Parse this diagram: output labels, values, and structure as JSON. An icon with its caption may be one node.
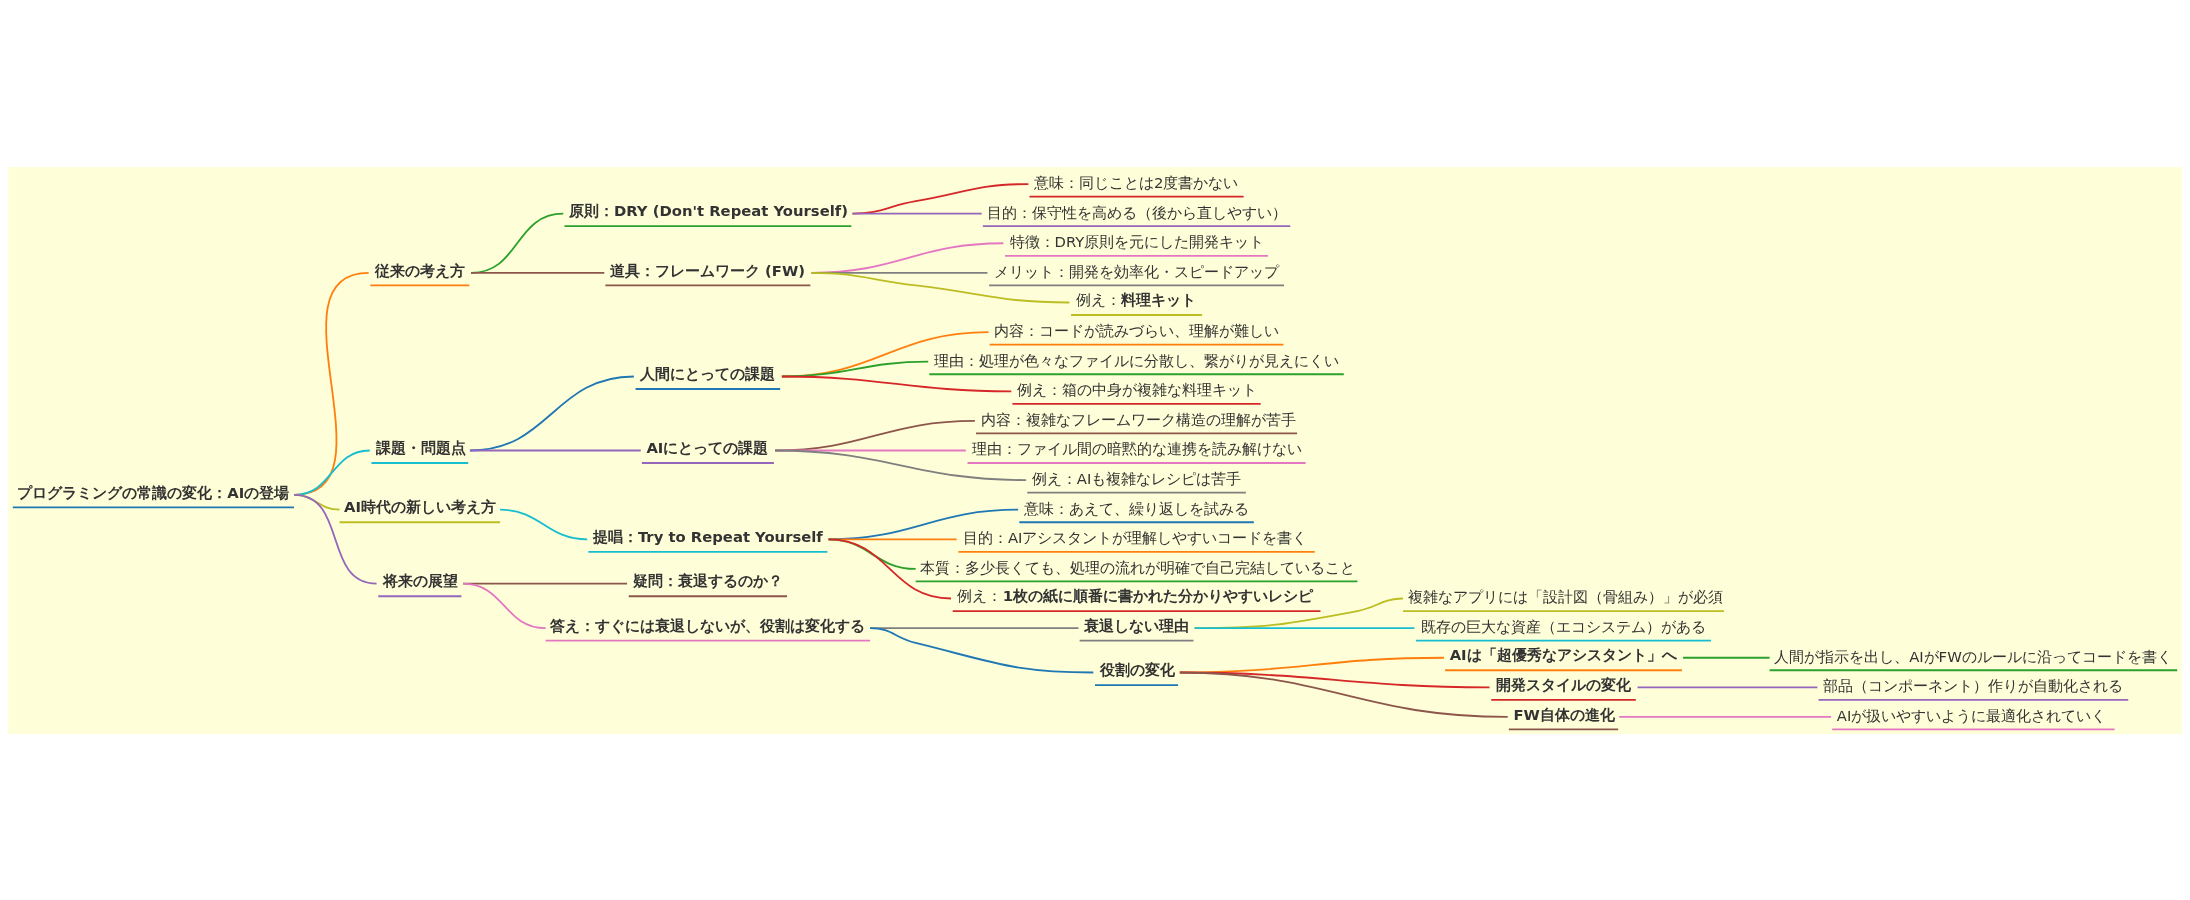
{
  "diagram": {
    "nodes": [
      {
        "text": [
          "プログラミングの常識の変化：AIの登場"
        ]
      },
      {
        "text": [
          "従来の考え方"
        ]
      },
      {
        "text": [
          "原則：DRY (Don't Repeat Yourself)"
        ]
      },
      {
        "text": [
          "意味：同じことは2度書かない"
        ]
      },
      {
        "text": [
          "目的：保守性を高める（後から直しやすい）"
        ]
      },
      {
        "text": [
          "道具：フレームワーク (FW)"
        ]
      },
      {
        "text": [
          "特徴：DRY原則を元にした開発キット"
        ]
      },
      {
        "text": [
          "メリット：開発を効率化・スピードアップ"
        ]
      },
      {
        "text": [
          "例え：**料理キット**"
        ]
      },
      {
        "text": [
          "課題・問題点"
        ]
      },
      {
        "text": [
          "人間にとっての課題"
        ]
      },
      {
        "text": [
          "内容：コードが読みづらい、理解が難しい"
        ]
      },
      {
        "text": [
          "理由：処理が色々なファイルに分散し、繋がりが見えにくい"
        ]
      },
      {
        "text": [
          "例え：箱の中身が複雑な料理キット"
        ]
      },
      {
        "text": [
          "AIにとっての課題"
        ]
      },
      {
        "text": [
          "内容：複雑なフレームワーク構造の理解が苦手"
        ]
      },
      {
        "text": [
          "理由：ファイル間の暗黙的な連携を読み解けない"
        ]
      },
      {
        "text": [
          "例え：AIも複雑なレシピは苦手"
        ]
      },
      {
        "text": [
          "AI時代の新しい考え方"
        ]
      },
      {
        "text": [
          "提唱：Try to Repeat Yourself"
        ]
      },
      {
        "text": [
          "意味：あえて、繰り返しを試みる"
        ]
      },
      {
        "text": [
          "目的：AIアシスタントが理解しやすいコードを書く"
        ]
      },
      {
        "text": [
          "本質：多少長くても、処理の流れが明確で自己完結していること"
        ]
      },
      {
        "text": [
          "例え：**1枚の紙に順番に書かれた分かりやすいレシピ**"
        ]
      },
      {
        "text": [
          "将来の展望"
        ]
      },
      {
        "text": [
          "疑問：衰退するのか？"
        ]
      },
      {
        "text": [
          "答え：すぐには衰退しないが、役割は変化する"
        ]
      },
      {
        "text": [
          "衰退しない理由"
        ]
      },
      {
        "text": [
          "複雑なアプリには「設計図（骨組み）」が必須"
        ]
      },
      {
        "text": [
          "既存の巨大な資産（エコシステム）がある"
        ]
      },
      {
        "text": [
          "役割の変化"
        ]
      },
      {
        "text": [
          "AIは「超優秀なアシスタント」へ"
        ]
      },
      {
        "text": [
          "人間が指示を出し、AIがFWのルールに沿ってコードを書く"
        ]
      },
      {
        "text": [
          "開発スタイルの変化"
        ]
      },
      {
        "text": [
          "部品（コンポーネント）作りが自動化される"
        ]
      },
      {
        "text": [
          "FW自体の進化"
        ]
      },
      {
        "text": [
          "AIが扱いやすいように最適化されていく"
        ]
      }
    ],
    "edges": [
      {
        "from": 0,
        "to": 1,
        "arrow": "none",
        "color": "#ff7f0e"
      },
      {
        "from": 0,
        "to": 9,
        "arrow": "none",
        "color": "#17becf"
      },
      {
        "from": 0,
        "to": 18,
        "arrow": "none",
        "color": "#bcbd22"
      },
      {
        "from": 0,
        "to": 24,
        "arrow": "none",
        "color": "#9467bd"
      },
      {
        "from": 1,
        "to": 2,
        "arrow": "none",
        "color": "#2ca02c"
      },
      {
        "from": 1,
        "to": 5,
        "arrow": "none",
        "color": "#8c564b"
      },
      {
        "from": 2,
        "to": 3,
        "arrow": "none",
        "color": "#d62728"
      },
      {
        "from": 2,
        "to": 4,
        "arrow": "none",
        "color": "#9467bd"
      },
      {
        "from": 5,
        "to": 6,
        "arrow": "none",
        "color": "#e377c2"
      },
      {
        "from": 5,
        "to": 7,
        "arrow": "none",
        "color": "#7f7f7f"
      },
      {
        "from": 5,
        "to": 8,
        "arrow": "none",
        "color": "#bcbd22"
      },
      {
        "from": 9,
        "to": 10,
        "arrow": "none",
        "color": "#1f77b4"
      },
      {
        "from": 9,
        "to": 14,
        "arrow": "none",
        "color": "#9467bd"
      },
      {
        "from": 10,
        "to": 11,
        "arrow": "none",
        "color": "#ff7f0e"
      },
      {
        "from": 10,
        "to": 12,
        "arrow": "none",
        "color": "#2ca02c"
      },
      {
        "from": 10,
        "to": 13,
        "arrow": "none",
        "color": "#d62728"
      },
      {
        "from": 14,
        "to": 15,
        "arrow": "none",
        "color": "#8c564b"
      },
      {
        "from": 14,
        "to": 16,
        "arrow": "none",
        "color": "#e377c2"
      },
      {
        "from": 14,
        "to": 17,
        "arrow": "none",
        "color": "#7f7f7f"
      },
      {
        "from": 18,
        "to": 19,
        "arrow": "none",
        "color": "#17becf"
      },
      {
        "from": 19,
        "to": 20,
        "arrow": "none",
        "color": "#1f77b4"
      },
      {
        "from": 19,
        "to": 21,
        "arrow": "none",
        "color": "#ff7f0e"
      },
      {
        "from": 19,
        "to": 22,
        "arrow": "none",
        "color": "#2ca02c"
      },
      {
        "from": 19,
        "to": 23,
        "arrow": "none",
        "color": "#d62728"
      },
      {
        "from": 24,
        "to": 25,
        "arrow": "none",
        "color": "#8c564b"
      },
      {
        "from": 24,
        "to": 26,
        "arrow": "none",
        "color": "#e377c2"
      },
      {
        "from": 26,
        "to": 27,
        "arrow": "none",
        "color": "#7f7f7f"
      },
      {
        "from": 26,
        "to": 30,
        "arrow": "none",
        "color": "#1f77b4"
      },
      {
        "from": 27,
        "to": 28,
        "arrow": "none",
        "color": "#bcbd22"
      },
      {
        "from": 27,
        "to": 29,
        "arrow": "none",
        "color": "#17becf"
      },
      {
        "from": 30,
        "to": 31,
        "arrow": "none",
        "color": "#ff7f0e"
      },
      {
        "from": 30,
        "to": 33,
        "arrow": "none",
        "color": "#d62728"
      },
      {
        "from": 30,
        "to": 35,
        "arrow": "none",
        "color": "#8c564b"
      },
      {
        "from": 31,
        "to": 32,
        "arrow": "none",
        "color": "#2ca02c"
      },
      {
        "from": 33,
        "to": 34,
        "arrow": "none",
        "color": "#9467bd"
      },
      {
        "from": 35,
        "to": 36,
        "arrow": "none",
        "color": "#e377c2"
      }
    ]
  }
}
